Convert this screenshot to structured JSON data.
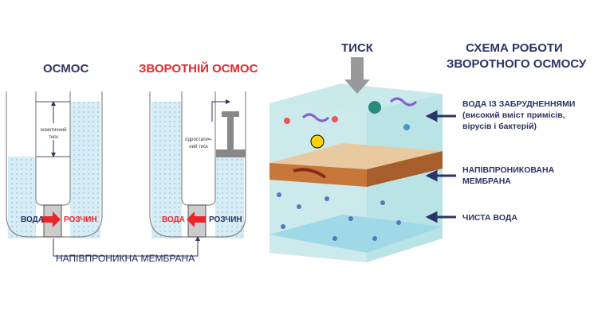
{
  "left": {
    "title_osmosis": "ОСМОС",
    "title_reverse": "ЗВОРОТНІЙ ОСМОС",
    "osmotic_pressure": "осмотичний тиск",
    "hydrostatic_pressure": "гідростатич-ний тиск",
    "water": "ВОДА",
    "solution": "РОЗЧИН",
    "membrane": "НАПІВПРОНИКНА МЕМБРАНА"
  },
  "right": {
    "pressure": "ТИСК",
    "title_line1": "СХЕМА РОБОТИ",
    "title_line2": "ЗВОРОТНОГО ОСМОСУ",
    "dirty_water_1": "ВОДА ІЗ ЗАБРУДНЕННЯМИ",
    "dirty_water_2": "(високий вміст примісів,",
    "dirty_water_3": "вірусів і бактерій)",
    "membrane_1": "НАПІВПРОНИКОВАНА",
    "membrane_2": "МЕМБРАНА",
    "clean_water": "ЧИСТА ВОДА"
  },
  "colors": {
    "navy": "#2b3466",
    "red": "#e8262c",
    "water": "#d6ecf6",
    "membrane": "#c8773a"
  }
}
